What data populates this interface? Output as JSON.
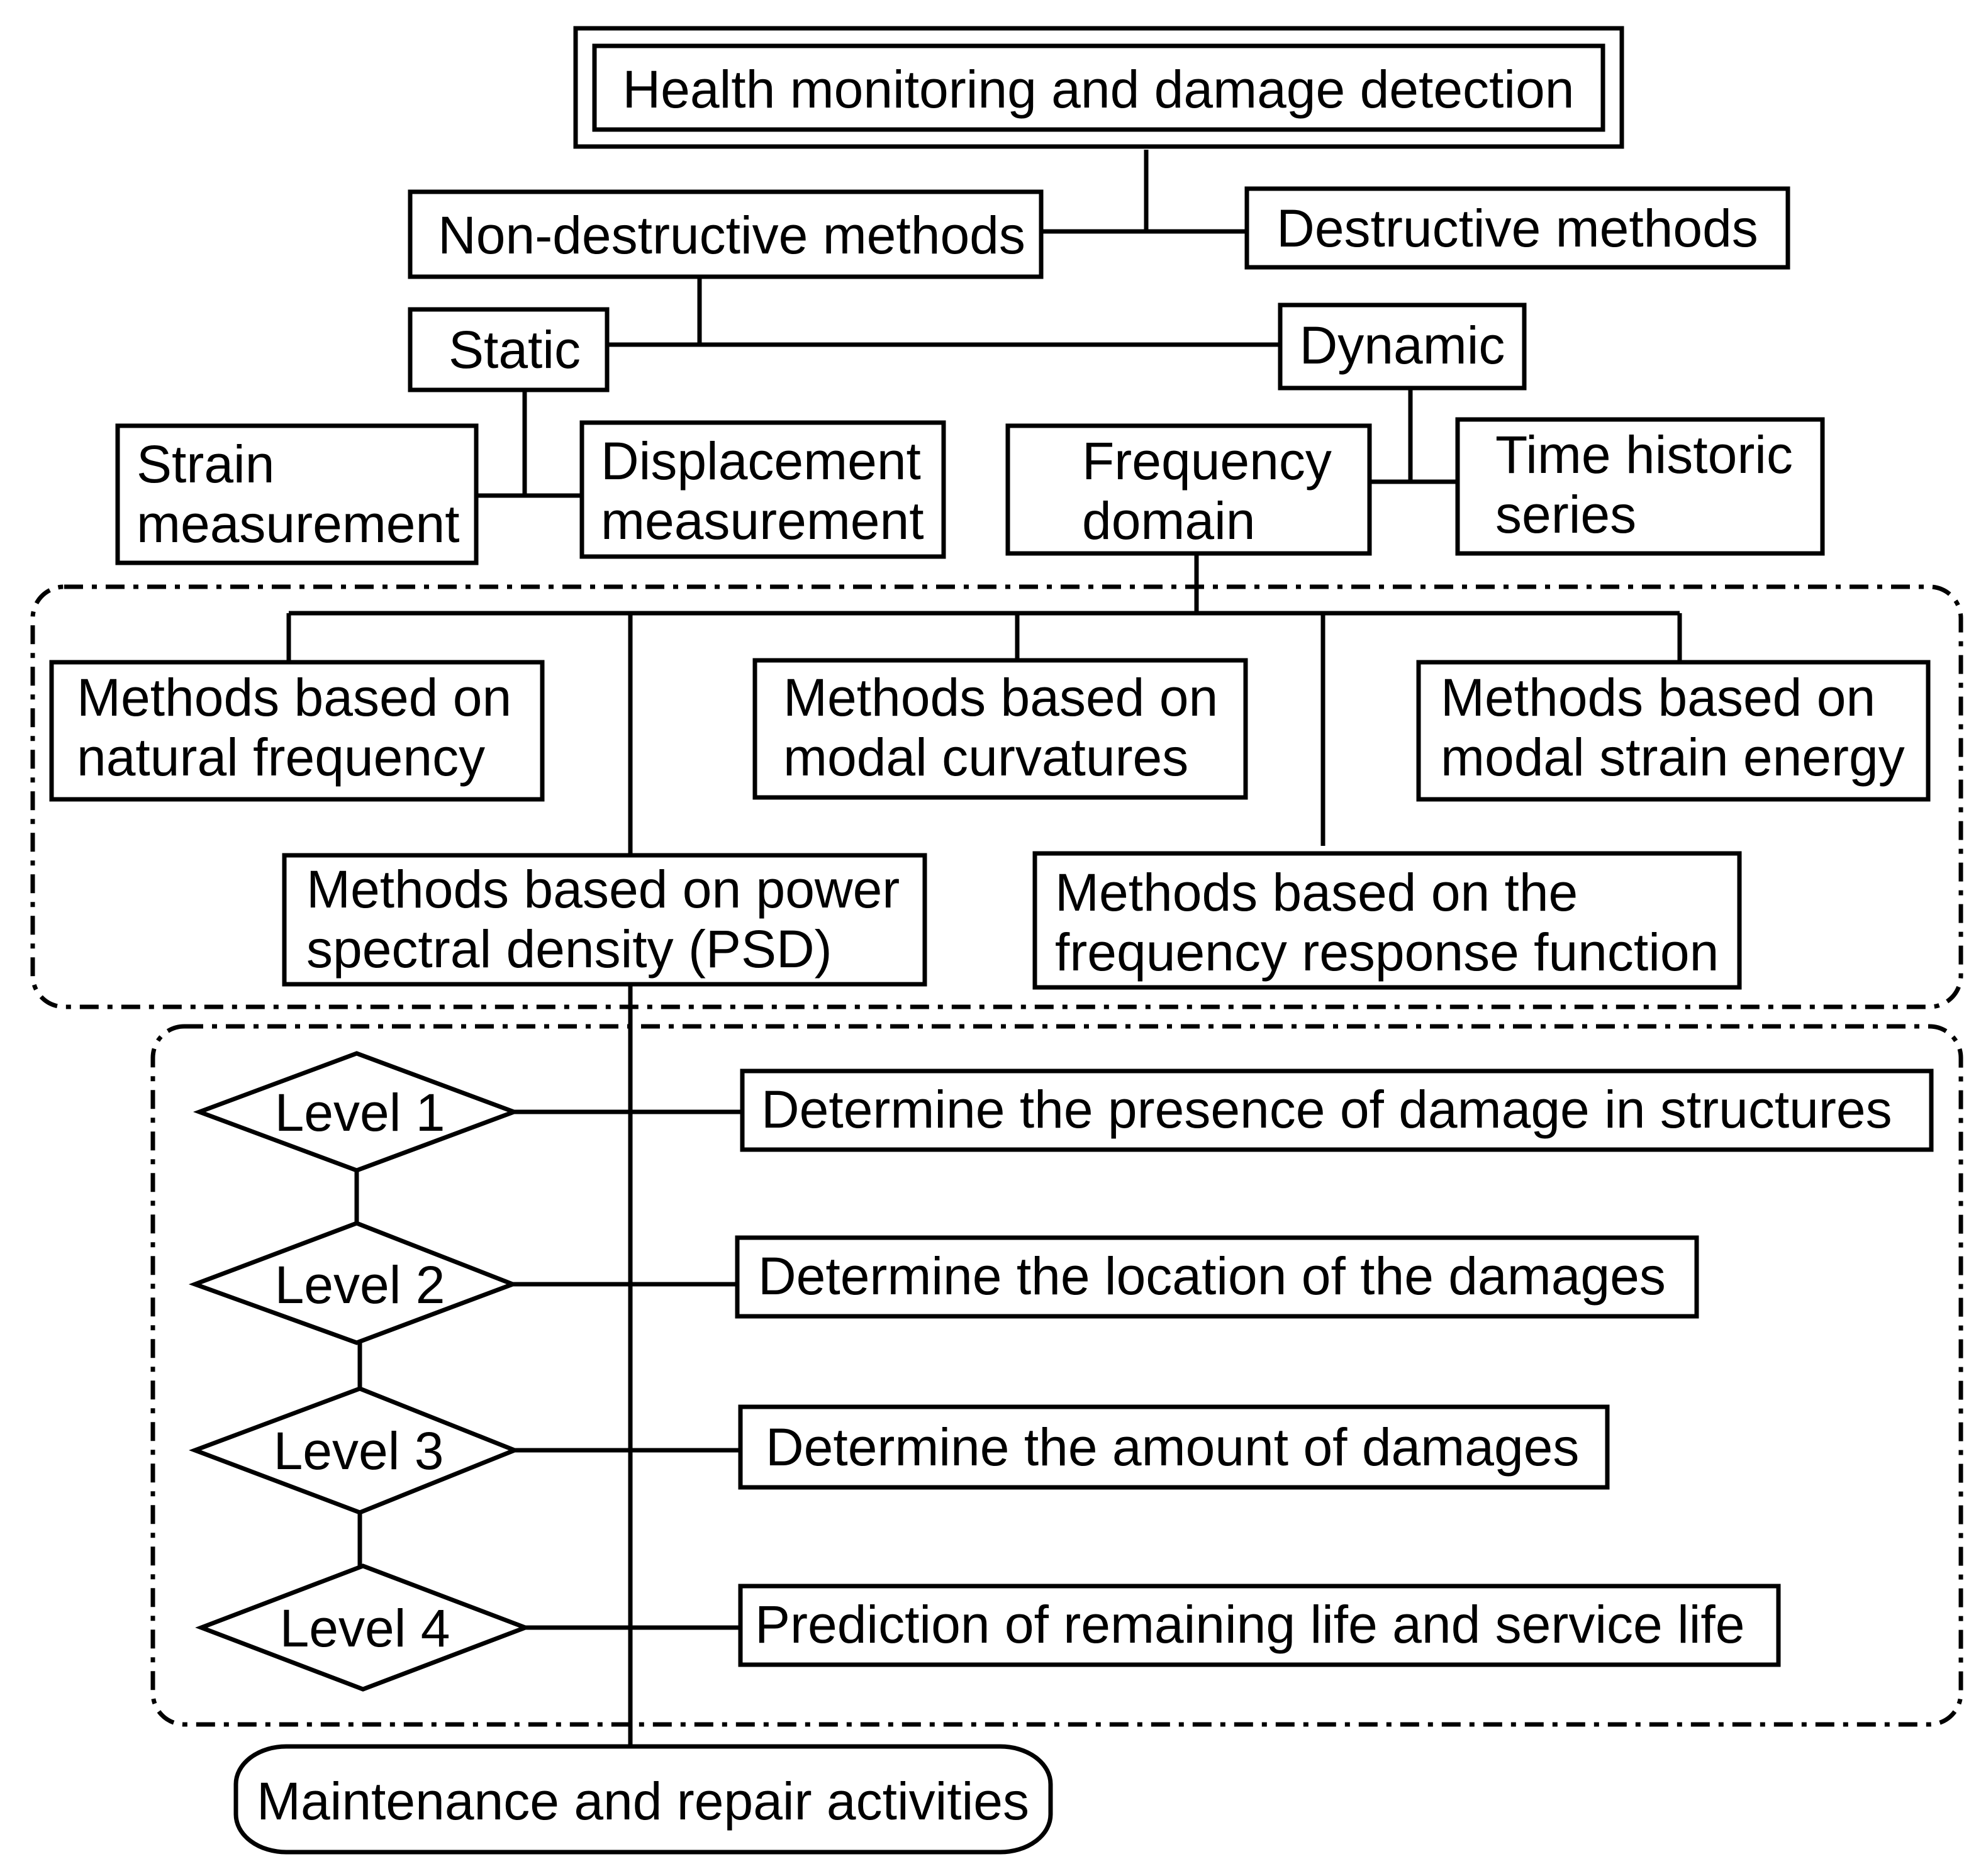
{
  "nodes": {
    "root": "Health monitoring and damage detection",
    "non_destructive": "Non-destructive methods",
    "destructive": "Destructive methods",
    "static": "Static",
    "dynamic": "Dynamic",
    "strain": [
      "Strain",
      "measurement"
    ],
    "displacement": [
      "Displacement",
      "measurement"
    ],
    "frequency_domain": [
      "Frequency",
      "domain"
    ],
    "time_historic": [
      "Time historic",
      "series"
    ],
    "natural_frequency": [
      "Methods based on",
      "natural frequency"
    ],
    "modal_curvatures": [
      "Methods based on",
      "modal curvatures"
    ],
    "modal_strain_energy": [
      "Methods based on",
      "modal strain energy"
    ],
    "psd": [
      "Methods based on power",
      "spectral density (PSD)"
    ],
    "frf": [
      "Methods based on the",
      "frequency response function"
    ],
    "maintenance": "Maintenance and repair activities"
  },
  "levels": [
    {
      "label": "Level 1",
      "description": "Determine the presence of damage in structures"
    },
    {
      "label": "Level 2",
      "description": "Determine the location of the damages"
    },
    {
      "label": "Level 3",
      "description": "Determine the amount of damages"
    },
    {
      "label": "Level 4",
      "description": "Prediction of remaining life and service life"
    }
  ]
}
